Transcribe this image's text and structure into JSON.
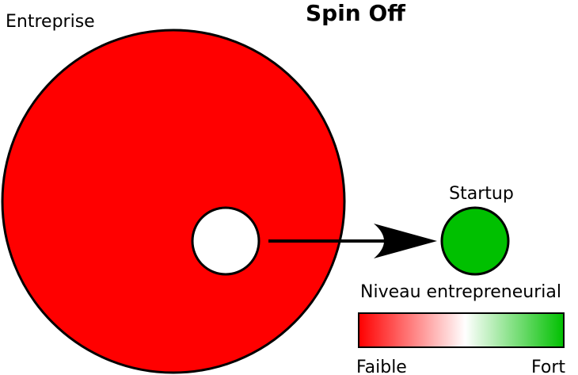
{
  "title": "Spin Off",
  "enterprise": {
    "label": "Entreprise",
    "color": "#ff0000"
  },
  "spinoff_core": {
    "color": "#ffffff"
  },
  "startup": {
    "label": "Startup",
    "color": "#00c000"
  },
  "legend": {
    "title": "Niveau entrepreneurial",
    "low_label": "Faible",
    "high_label": "Fort",
    "low_color": "#ff0000",
    "mid_color": "#ffffff",
    "high_color": "#00c000"
  },
  "outline_color": "#000000"
}
